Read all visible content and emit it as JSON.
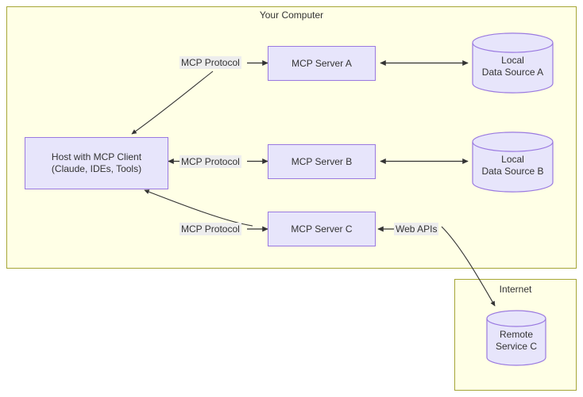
{
  "diagram": {
    "containers": [
      {
        "id": "your-computer",
        "label": "Your Computer"
      },
      {
        "id": "internet",
        "label": "Internet"
      }
    ],
    "nodes": {
      "host": {
        "line1": "Host with MCP Client",
        "line2": "(Claude, IDEs, Tools)"
      },
      "server_a": {
        "label": "MCP Server A"
      },
      "server_b": {
        "label": "MCP Server B"
      },
      "server_c": {
        "label": "MCP Server C"
      },
      "datasource_a": {
        "line1": "Local",
        "line2": "Data Source A"
      },
      "datasource_b": {
        "line1": "Local",
        "line2": "Data Source B"
      },
      "remote_c": {
        "line1": "Remote",
        "line2": "Service C"
      }
    },
    "edge_labels": {
      "protocol_a": "MCP Protocol",
      "protocol_b": "MCP Protocol",
      "protocol_c": "MCP Protocol",
      "web_apis": "Web APIs"
    },
    "colors": {
      "container_fill": "#ffffe6",
      "container_stroke": "#a6a637",
      "node_fill": "#e7e5fb",
      "node_stroke": "#9a79e0",
      "edge_stroke": "#333333",
      "label_chip": "#ededed",
      "text": "#333333",
      "page_background": "#ffffff"
    }
  }
}
